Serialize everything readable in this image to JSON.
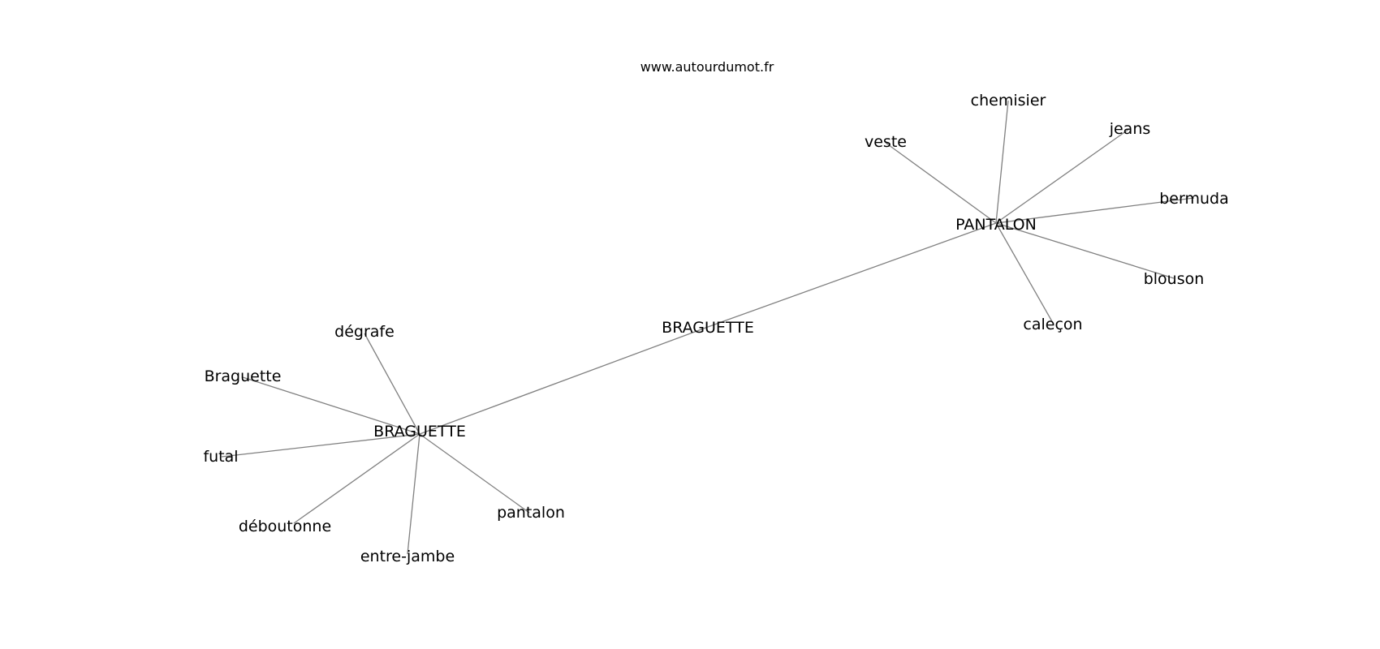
{
  "source_label": "www.autourdumot.fr",
  "center": {
    "label": "BRAGUETTE"
  },
  "clusters": [
    {
      "hub": "BRAGUETTE",
      "associations": [
        "dégrafe",
        "Braguette",
        "futal",
        "déboutonne",
        "entre-jambe",
        "pantalon"
      ]
    },
    {
      "hub": "PANTALON",
      "associations": [
        "veste",
        "chemisier",
        "jeans",
        "bermuda",
        "blouson",
        "caleçon"
      ]
    }
  ],
  "colors": {
    "edge": "#808080",
    "text": "#000000",
    "background": "#ffffff"
  }
}
